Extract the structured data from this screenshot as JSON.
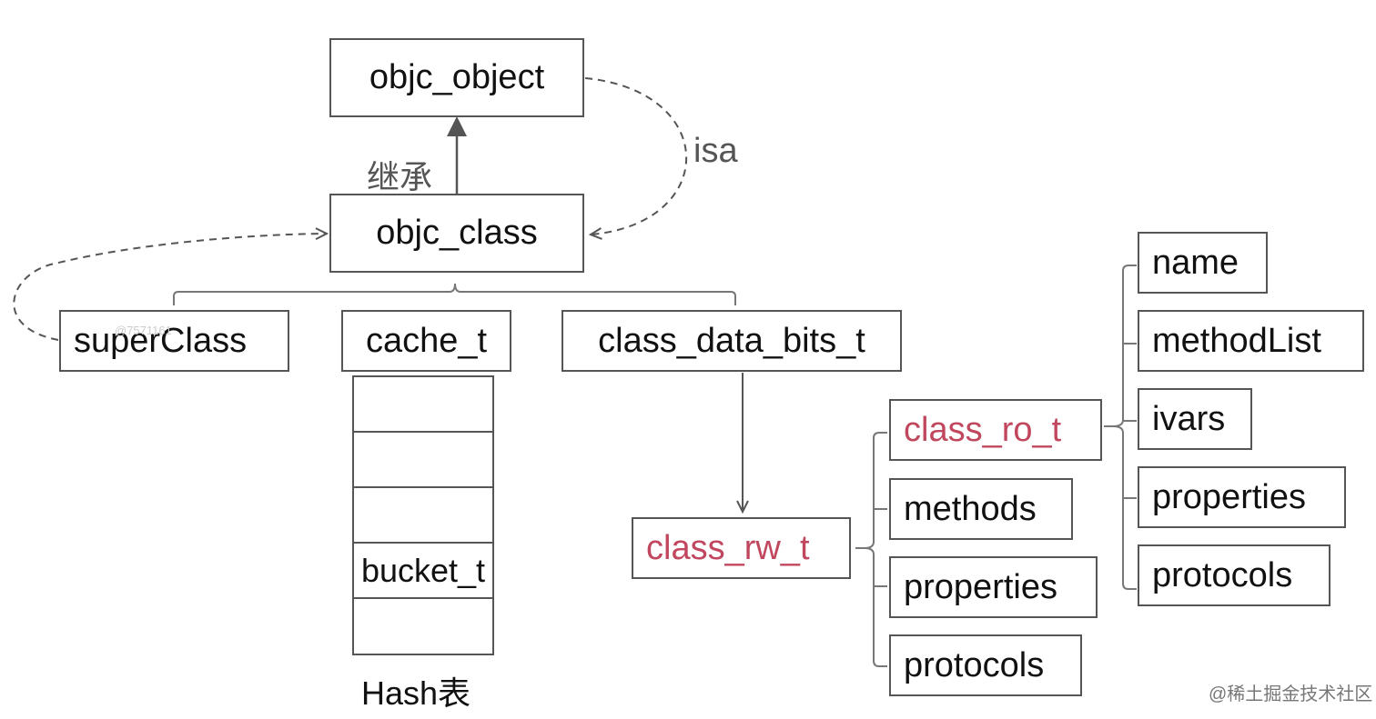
{
  "nodes": {
    "objc_object": "objc_object",
    "objc_class": "objc_class",
    "superClass": "superClass",
    "cache_t": "cache_t",
    "class_data_bits_t": "class_data_bits_t",
    "class_rw_t": "class_rw_t",
    "class_ro_t": "class_ro_t",
    "rw_methods": "methods",
    "rw_properties": "properties",
    "rw_protocols": "protocols",
    "ro_name": "name",
    "ro_methodList": "methodList",
    "ro_ivars": "ivars",
    "ro_properties": "properties",
    "ro_protocols": "protocols"
  },
  "hash_table": {
    "cells": [
      "",
      "",
      "",
      "bucket_t",
      ""
    ],
    "caption": "Hash表"
  },
  "edge_labels": {
    "inherit": "继承",
    "isa": "isa"
  },
  "colors": {
    "highlight": "#c0475d",
    "line": "#555555"
  },
  "watermark": "@稀土掘金技术社区",
  "faint_mark": "@7571161"
}
